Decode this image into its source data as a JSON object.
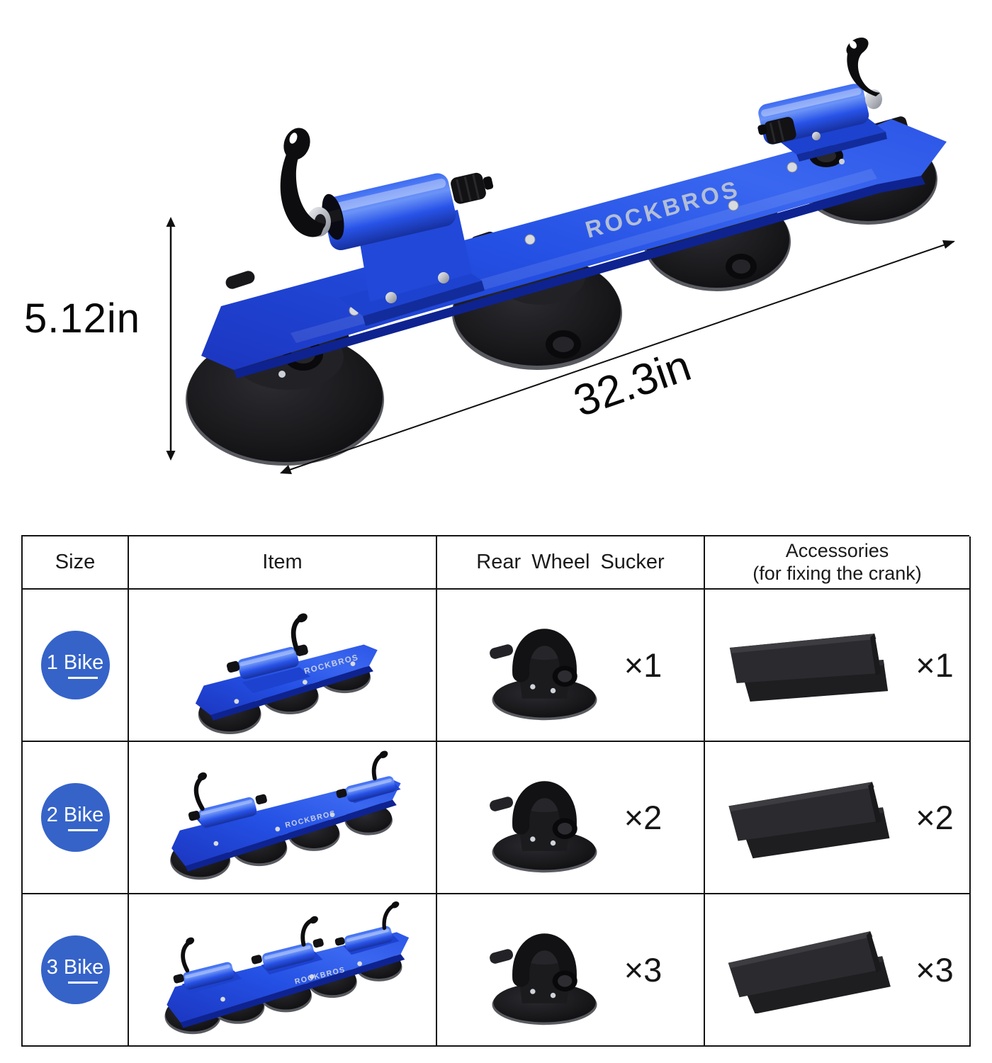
{
  "brand": "ROCKBROS",
  "hero": {
    "height_dimension": "5.12in",
    "length_dimension": "32.3in"
  },
  "table": {
    "headers": {
      "size": "Size",
      "item": "Item",
      "rear_wheel_sucker": "Rear Wheel Sucker",
      "accessories_title": "Accessories",
      "accessories_subtitle": "(for fixing the crank)"
    },
    "rows": [
      {
        "size_label": "1 Bike",
        "sucker_qty": "×1",
        "accessories_qty": "×1"
      },
      {
        "size_label": "2 Bike",
        "sucker_qty": "×2",
        "accessories_qty": "×2"
      },
      {
        "size_label": "3 Bike",
        "sucker_qty": "×3",
        "accessories_qty": "×3"
      }
    ]
  },
  "colors": {
    "accent_blue": "#3563c8",
    "rail_blue": "#2450e4",
    "ink": "#141414"
  }
}
